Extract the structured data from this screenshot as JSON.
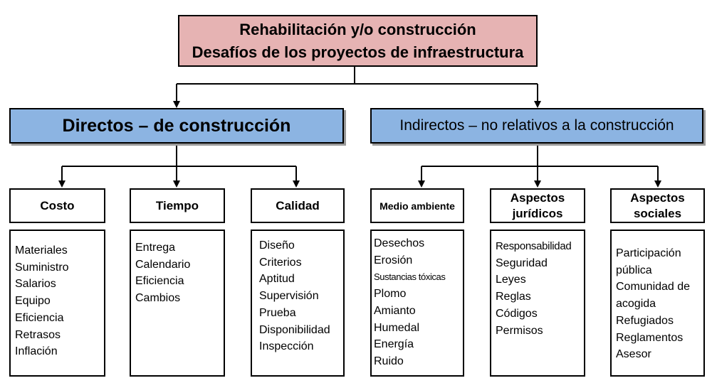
{
  "title": {
    "line1": "Rehabilitación y/o construcción",
    "line2": "Desafíos de los proyectos de infraestructura"
  },
  "direct": {
    "label": "Directos – de construcción",
    "children": [
      {
        "label": "Costo",
        "items": [
          "Materiales",
          "Suministro",
          "Salarios",
          "Equipo",
          "Eficiencia",
          "Retrasos",
          "Inflación"
        ]
      },
      {
        "label": "Tiempo",
        "items": [
          "Entrega",
          "Calendario",
          "Eficiencia",
          "Cambios"
        ]
      },
      {
        "label": "Calidad",
        "items": [
          "Diseño",
          "Criterios",
          "Aptitud",
          "Supervisión",
          "Prueba",
          "Disponibilidad",
          "Inspección"
        ]
      }
    ]
  },
  "indirect": {
    "label": "Indirectos – no relativos a la construcción",
    "children": [
      {
        "label": "Medio ambiente",
        "items": [
          "Desechos",
          "Erosión",
          "Sustancias tóxicas",
          "Plomo",
          "Amianto",
          "Humedal",
          "Energía",
          "Ruido"
        ]
      },
      {
        "label": "Aspectos jurídicos",
        "items": [
          "Responsabilidad",
          "Seguridad",
          "Leyes",
          "Reglas",
          "Códigos",
          "Permisos"
        ]
      },
      {
        "label": "Aspectos sociales",
        "items": [
          "Participación pública",
          "Comunidad de acogida",
          "Refugiados",
          "Reglamentos",
          "Asesor"
        ]
      }
    ]
  }
}
